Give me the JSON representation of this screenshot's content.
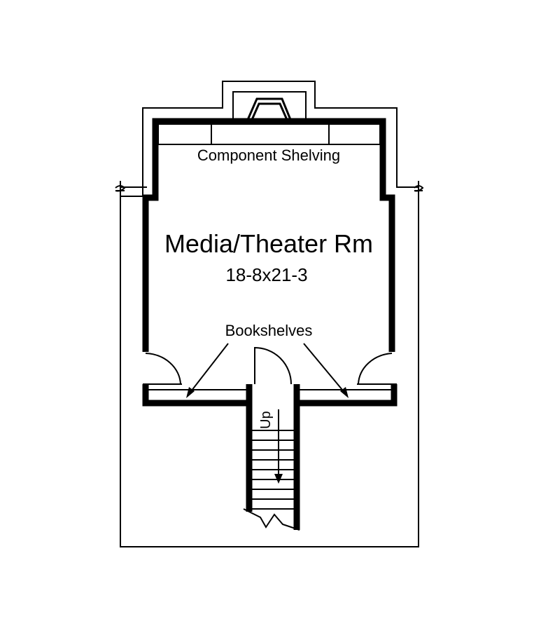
{
  "plan": {
    "room_name": "Media/Theater Rm",
    "room_dimensions": "18-8x21-3",
    "component_shelving_label": "Component Shelving",
    "bookshelves_label": "Bookshelves",
    "stairs_label": "Up",
    "line_color": "#000000",
    "background_color": "#ffffff"
  }
}
